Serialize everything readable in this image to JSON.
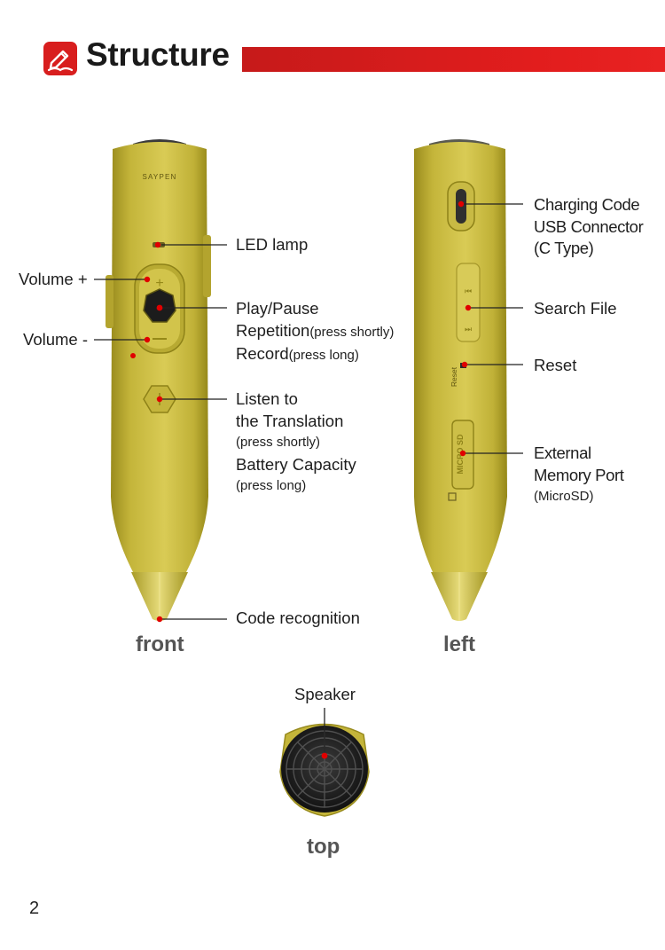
{
  "header": {
    "title": "Structure",
    "accent_color": "#d81e1e",
    "logo_icon": "pen-book-icon"
  },
  "device": {
    "brand": "SAYPEN",
    "body_color": "#c8b93a",
    "marker_color": "#e00000"
  },
  "front": {
    "view_label": "front",
    "led_lamp": "LED lamp",
    "volume_up": "Volume +",
    "volume_down": "Volume -",
    "play_pause": "Play/Pause",
    "repetition": "Repetition",
    "repetition_note": "(press shortly)",
    "record": "Record",
    "record_note": "(press long)",
    "listen_1": "Listen to",
    "listen_2": "the Translation",
    "listen_note": "(press shortly)",
    "battery": "Battery Capacity",
    "battery_note": "(press long)",
    "code_recognition": "Code recognition"
  },
  "left": {
    "view_label": "left",
    "charging_1": "Charging Code",
    "charging_2": "USB Connector",
    "charging_3": "(C Type)",
    "search_file": "Search File",
    "reset": "Reset",
    "reset_print": "Reset",
    "external_1": "External",
    "external_2": "Memory Port",
    "external_note": "(MicroSD)",
    "micro_sd_print": "MICRO SD"
  },
  "top": {
    "view_label": "top",
    "speaker": "Speaker"
  },
  "page": {
    "number": "2"
  }
}
